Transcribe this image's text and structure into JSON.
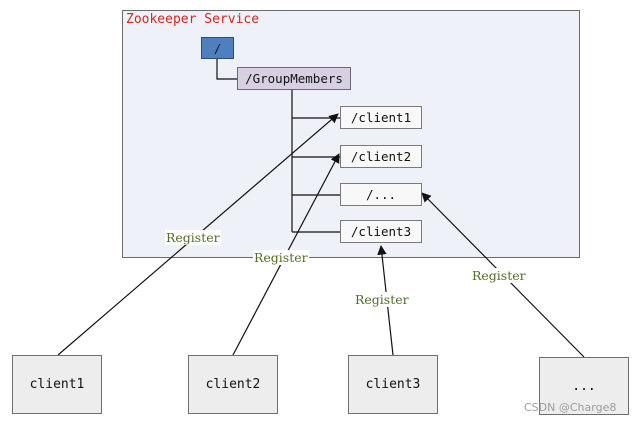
{
  "service": {
    "title": "Zookeeper Service"
  },
  "znodes": {
    "root": "/",
    "group": "/GroupMembers",
    "children": [
      "/client1",
      "/client2",
      "/...",
      "/client3"
    ]
  },
  "clients": [
    "client1",
    "client2",
    "client3",
    "..."
  ],
  "register_label": "Register",
  "watermark": "CSDN @Charge8",
  "colors": {
    "title": "#e2231a",
    "root_fill": "#4f7fbf",
    "group_fill": "#d7d0e3",
    "register_text": "#4f6e2a",
    "service_bg": "#eef1f8"
  }
}
